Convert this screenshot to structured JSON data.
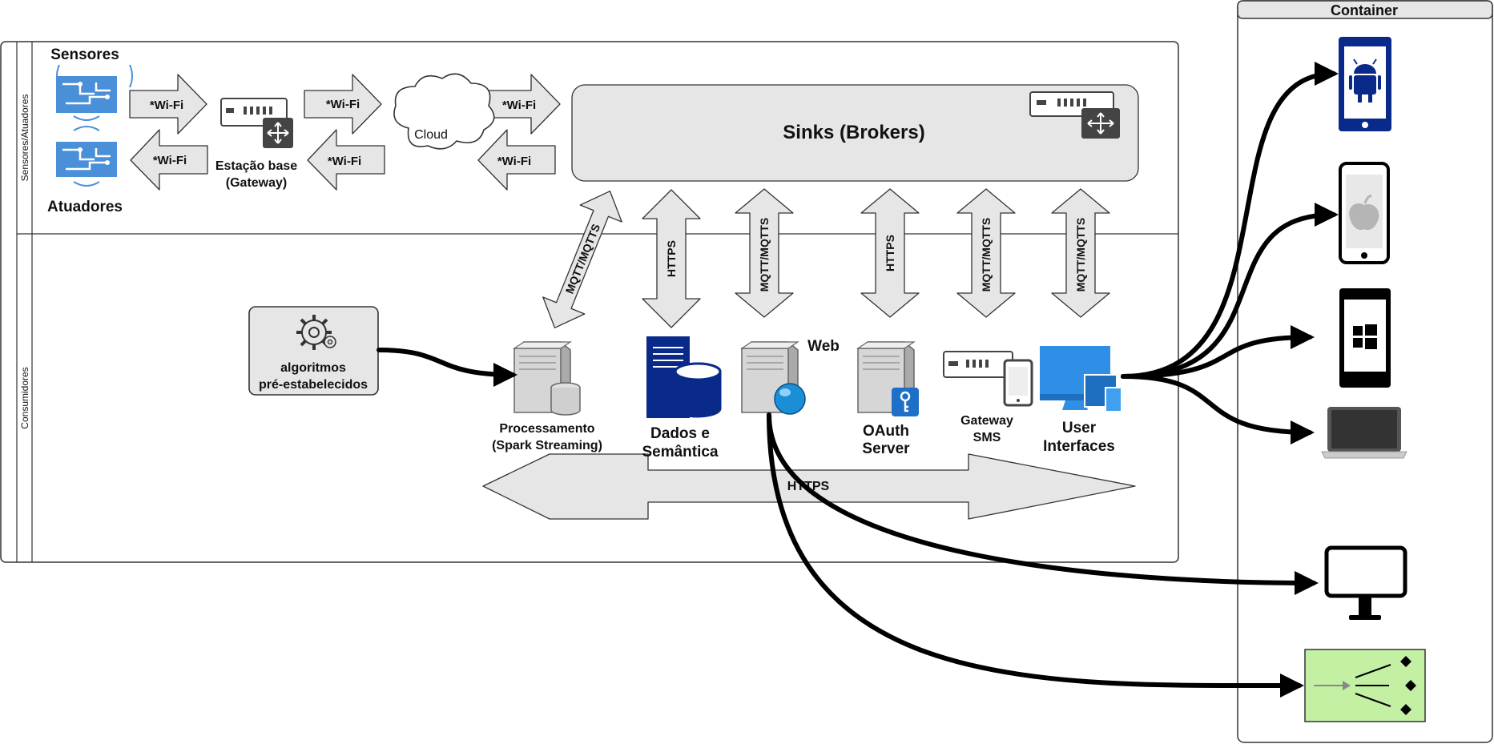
{
  "container": {
    "title": "Container"
  },
  "lanes": {
    "top": "Sensores/Atuadores",
    "bottom": "Consumidores"
  },
  "sensors": {
    "label": "Sensores"
  },
  "actuators": {
    "label": "Atuadores"
  },
  "gateway": {
    "line1": "Estação base",
    "line2": "(Gateway)"
  },
  "cloud": {
    "label": "Cloud"
  },
  "wifi": {
    "label": "*Wi-Fi"
  },
  "sinks": {
    "label": "Sinks (Brokers)"
  },
  "protocols": {
    "mqtt": "MQTT/MQTTS",
    "https": "HTTPS"
  },
  "algorithms": {
    "line1": "algoritmos",
    "line2": "pré-estabelecidos"
  },
  "processing": {
    "line1": "Processamento",
    "line2": "(Spark Streaming)"
  },
  "data": {
    "line1": "Dados e",
    "line2": "Semântica"
  },
  "web": {
    "label": "Web"
  },
  "oauth": {
    "line1": "OAuth",
    "line2": "Server"
  },
  "sms": {
    "line1": "Gateway",
    "line2": "SMS"
  },
  "ui": {
    "line1": "User",
    "line2": "Interfaces"
  },
  "colors": {
    "arrow_fill": "#e6e6e6",
    "stroke": "#333333",
    "icon_blue": "#4a90d9",
    "navy": "#0a2a8a",
    "lime": "#c4f0a4"
  },
  "icons": [
    "circuit-board-icon",
    "router-icon",
    "cloud-icon",
    "server-icon",
    "database-icon",
    "globe-icon",
    "key-icon",
    "gear-icon",
    "android-phone-icon",
    "apple-phone-icon",
    "windows-phone-icon",
    "laptop-icon",
    "monitor-icon",
    "workflow-icon"
  ]
}
